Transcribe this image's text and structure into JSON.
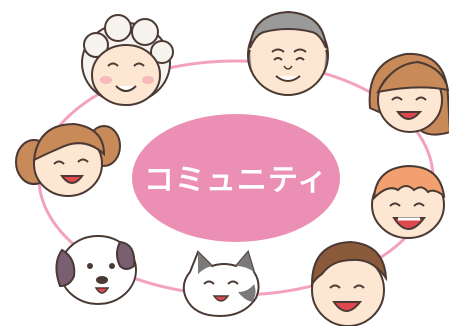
{
  "center_label": "コミュニティ",
  "colors": {
    "ring": "#f3a1bf",
    "center_fill": "#ec8fb4",
    "center_text": "#ffffff",
    "skin": "#fde6d2",
    "outline": "#4a3a33",
    "grey_hair": "#9a9a9a",
    "white_hair": "#f7f3ee",
    "brown_hair": "#c98a5a",
    "dark_brown_hair": "#8a5a3a",
    "ginger_hair": "#f2a070",
    "mouth_red": "#e0484f",
    "dog_ear": "#7a5f73",
    "cat_patch": "#7a7a7a"
  },
  "figures": [
    {
      "name": "grandmother",
      "icon": "grandmother-face-icon"
    },
    {
      "name": "grandfather",
      "icon": "grandfather-face-icon"
    },
    {
      "name": "woman",
      "icon": "woman-face-icon"
    },
    {
      "name": "boy",
      "icon": "boy-face-icon"
    },
    {
      "name": "man",
      "icon": "man-face-icon"
    },
    {
      "name": "cat",
      "icon": "cat-face-icon"
    },
    {
      "name": "dog",
      "icon": "dog-face-icon"
    },
    {
      "name": "girl",
      "icon": "girl-face-icon"
    }
  ]
}
